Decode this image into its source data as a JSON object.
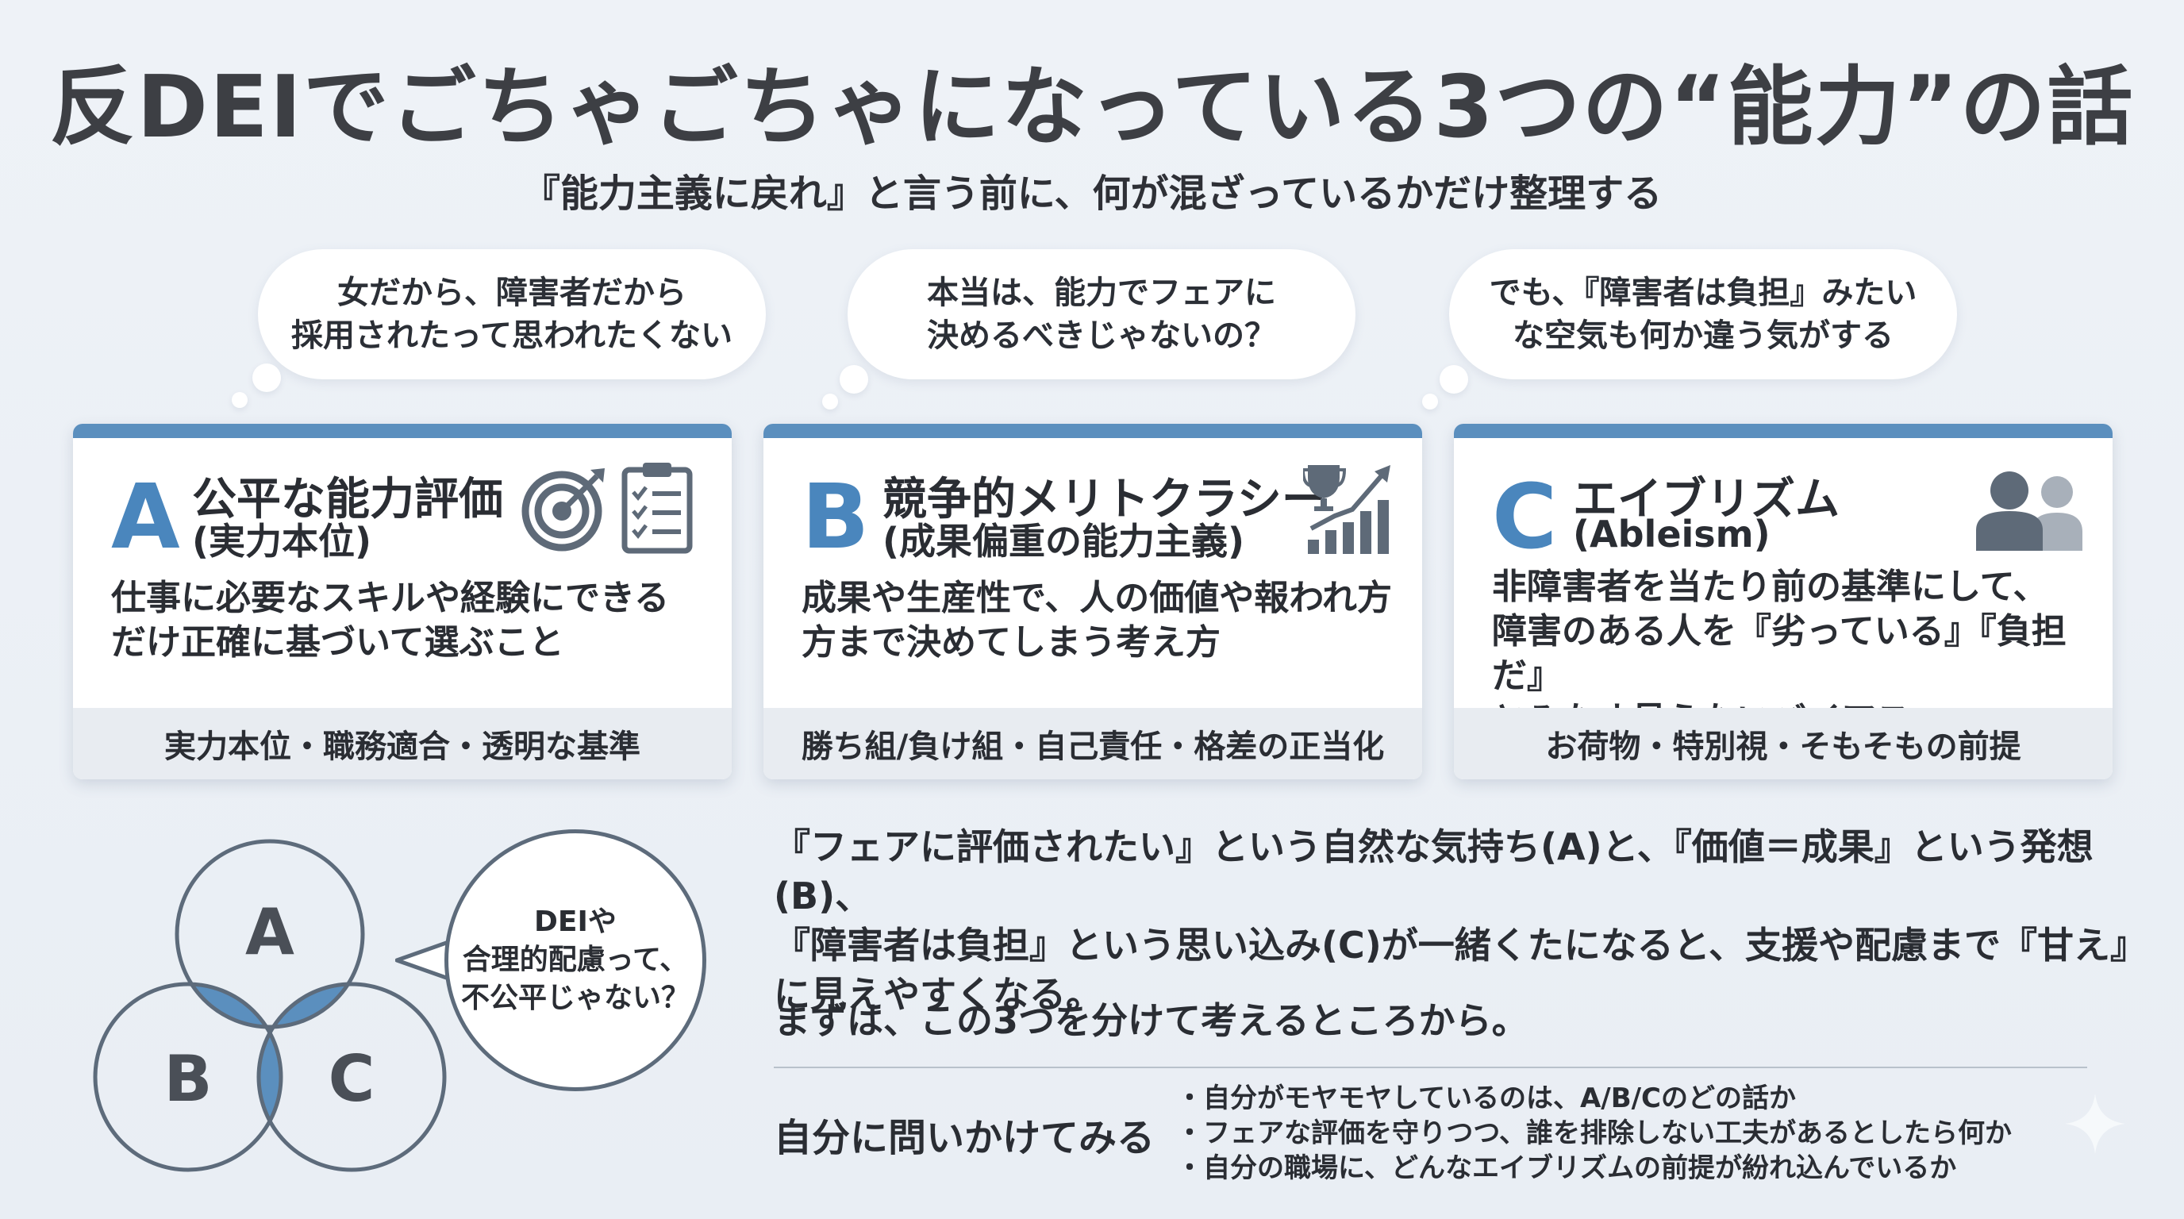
{
  "header": {
    "title": "反DEIでごちゃごちゃになっている3つの“能力”の話",
    "subtitle": "『能力主義に戻れ』と言う前に、何が混ざっているかだけ整理する"
  },
  "bubbles": [
    {
      "text": "女だから、障害者だから\n採用されたって思われたくない"
    },
    {
      "text": "本当は、能力でフェアに\n決めるべきじゃないの？"
    },
    {
      "text": "でも、『障害者は負担』みたい\nな空気も何か違う気がする"
    }
  ],
  "cards": [
    {
      "letter": "A",
      "title": "公平な能力評価",
      "subtitle": "(実力本位)",
      "description": "仕事に必要なスキルや経験にできる\nだけ正確に基づいて選ぶこと",
      "footer": "実力本位・職務適合・透明な基準",
      "icons": [
        "target-icon",
        "clipboard-checklist-icon"
      ]
    },
    {
      "letter": "B",
      "title": "競争的メリトクラシー",
      "subtitle": "(成果偏重の能力主義)",
      "description": "成果や生産性で、人の価値や報われ方\n方まで決めてしまう考え方",
      "footer": "勝ち組/負け組・自己責任・格差の正当化",
      "icons": [
        "trophy-growth-chart-icon"
      ]
    },
    {
      "letter": "C",
      "title": "エイブリズム",
      "subtitle": "(Ableism)",
      "description": "非障害者を当たり前の基準にして、\n障害のある人を『劣っている』『負担だ』\nとみなす見えないバイアス",
      "footer": "お荷物・特別視・そもそもの前提",
      "icons": [
        "people-icon"
      ]
    }
  ],
  "venn": {
    "labels": [
      "A",
      "B",
      "C"
    ],
    "bubble_text": "DEIや\n合理的配慮って、\n不公平じゃない？",
    "colors": {
      "stroke": "#5d6b7b",
      "overlap": "#5b8fbe"
    }
  },
  "main_text": {
    "paragraph": "『フェアに評価されたい』という自然な気持ち(A)と、『価値＝成果』という発想(B)、\n『障害者は負担』という思い込み(C)が一緒くたになると、支援や配慮まで『甘え』\nに見えやすくなる。",
    "conclusion": "まずは、この3つを分けて考えるところから。"
  },
  "reflection": {
    "label": "自分に問いかけてみる",
    "items": [
      "・自分がモヤモヤしているのは、A/B/Cのどの話か",
      "・フェアな評価を守りつつ、誰を排除しない工夫があるとしたら何か",
      "・自分の職場に、どんなエイブリズムの前提が紛れ込んでいるか"
    ]
  },
  "colors": {
    "accent": "#4a86bd",
    "topbar": "#5b8fbe",
    "footer_bg": "#e8ecf1",
    "icon_gray": "#5e6a78"
  }
}
